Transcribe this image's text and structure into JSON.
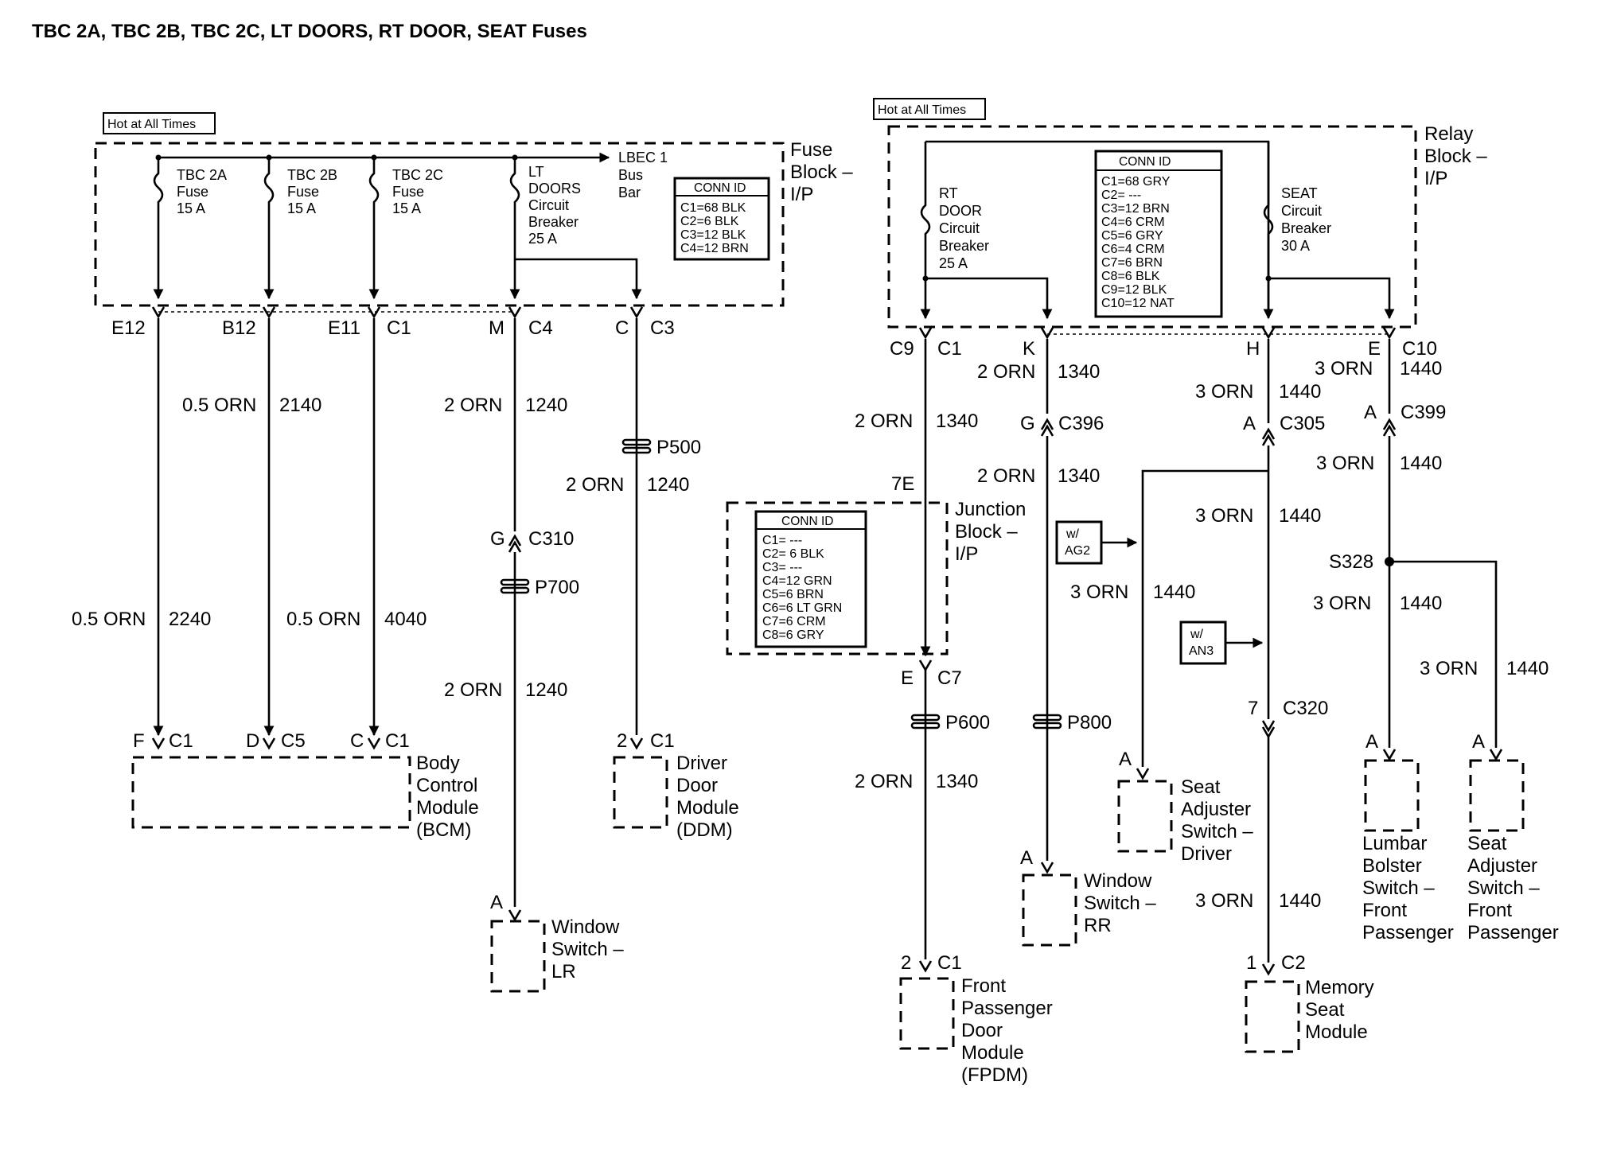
{
  "title": "TBC 2A, TBC 2B, TBC 2C, LT DOORS, RT DOOR, SEAT Fuses",
  "left": {
    "hot_label": "Hot at All Times",
    "fuse_block": [
      "Fuse",
      "Block –",
      "I/P"
    ],
    "fuses": [
      {
        "lines": [
          "TBC 2A",
          "Fuse",
          "15 A"
        ]
      },
      {
        "lines": [
          "TBC 2B",
          "Fuse",
          "15 A"
        ]
      },
      {
        "lines": [
          "TBC 2C",
          "Fuse",
          "15 A"
        ]
      },
      {
        "lines": [
          "LT",
          "DOORS",
          "Circuit",
          "Breaker",
          "25 A"
        ]
      }
    ],
    "bus_bar": [
      "LBEC 1",
      "Bus",
      "Bar"
    ],
    "conn_id": {
      "header": "CONN ID",
      "lines": [
        "C1=68 BLK",
        "C2=6 BLK",
        "C3=12 BLK",
        "C4=12 BRN"
      ]
    },
    "terminals": {
      "t1": "E12",
      "t2": "B12",
      "t3": "E11",
      "t3c": "C1",
      "t4": "M",
      "t4c": "C4",
      "t5": "C",
      "t5c": "C3"
    },
    "wires": {
      "w2_upper": [
        "0.5 ORN",
        "2140"
      ],
      "w4_upper": [
        "2 ORN",
        "1240"
      ],
      "w5_upper": [
        "2 ORN",
        "1240"
      ],
      "w1_lower": [
        "0.5 ORN",
        "2240"
      ],
      "w3_lower": [
        "0.5 ORN",
        "4040"
      ],
      "w4_lower": [
        "2 ORN",
        "1240"
      ]
    },
    "p500": "P500",
    "c310": [
      "G",
      "C310"
    ],
    "p700": "P700",
    "bcm_pins": [
      [
        "F",
        "C1"
      ],
      [
        "D",
        "C5"
      ],
      [
        "C",
        "C1"
      ]
    ],
    "bcm": [
      "Body",
      "Control",
      "Module",
      "(BCM)"
    ],
    "ddm_pin": [
      "2",
      "C1"
    ],
    "ddm": [
      "Driver",
      "Door",
      "Module",
      "(DDM)"
    ],
    "wslr_pin": "A",
    "wslr": [
      "Window",
      "Switch –",
      "LR"
    ]
  },
  "right": {
    "hot_label": "Hot at All Times",
    "relay_block": [
      "Relay",
      "Block –",
      "I/P"
    ],
    "rt_door": [
      "RT",
      "DOOR",
      "Circuit",
      "Breaker",
      "25 A"
    ],
    "seat": [
      "SEAT",
      "Circuit",
      "Breaker",
      "30 A"
    ],
    "conn_id": {
      "header": "CONN ID",
      "lines": [
        "C1=68 GRY",
        "C2= ---",
        "C3=12 BRN",
        "C4=6 CRM",
        "C5=6 GRY",
        "C6=4 CRM",
        "C7=6 BRN",
        "C8=6 BLK",
        "C9=12 BLK",
        "C10=12 NAT"
      ]
    },
    "terminals": {
      "c9": "C9",
      "c1": "C1",
      "k": "K",
      "h": "H",
      "e": "E",
      "c10": "C10"
    },
    "wires": {
      "k_top": [
        "2 ORN",
        "1340"
      ],
      "e_top": [
        "3 ORN",
        "1440"
      ],
      "h_top": [
        "3 ORN",
        "1440"
      ],
      "fpdm_top": [
        "2 ORN",
        "1340"
      ],
      "rr_mid": [
        "2 ORN",
        "1340"
      ],
      "h_mid": [
        "3 ORN",
        "1440"
      ],
      "e_mid": [
        "3 ORN",
        "1440"
      ],
      "drv": [
        "3 ORN",
        "1440"
      ],
      "lumbar": [
        "3 ORN",
        "1440"
      ],
      "sapass": [
        "3 ORN",
        "1440"
      ],
      "fpdm_low": [
        "2 ORN",
        "1340"
      ],
      "mem_low": [
        "3 ORN",
        "1440"
      ]
    },
    "c396": [
      "G",
      "C396"
    ],
    "c305": [
      "A",
      "C305"
    ],
    "c399": [
      "A",
      "C399"
    ],
    "junction_7e": "7E",
    "junction_block": [
      "Junction",
      "Block –",
      "I/P"
    ],
    "jb_conn": {
      "header": "CONN ID",
      "lines": [
        "C1= ---",
        "C2= 6 BLK",
        "C3= ---",
        "C4=12 GRN",
        "C5=6 BRN",
        "C6=6 LT GRN",
        "C7=6 CRM",
        "C8=6 GRY"
      ]
    },
    "c7": [
      "E",
      "C7"
    ],
    "p600": "P600",
    "p800": "P800",
    "ag2": [
      "w/",
      "AG2"
    ],
    "an3": [
      "w/",
      "AN3"
    ],
    "s328": "S328",
    "c320": [
      "7",
      "C320"
    ],
    "fpdm_pin": [
      "2",
      "C1"
    ],
    "fpdm": [
      "Front",
      "Passenger",
      "Door",
      "Module",
      "(FPDM)"
    ],
    "rr_pin": "A",
    "rr": [
      "Window",
      "Switch –",
      "RR"
    ],
    "drv_pin": "A",
    "drv_switch": [
      "Seat",
      "Adjuster",
      "Switch –",
      "Driver"
    ],
    "mem_pin": [
      "1",
      "C2"
    ],
    "mem": [
      "Memory",
      "Seat",
      "Module"
    ],
    "lumbar_pin": "A",
    "lumbar_switch": [
      "Lumbar",
      "Bolster",
      "Switch –",
      "Front",
      "Passenger"
    ],
    "sa_pin": "A",
    "sa_switch": [
      "Seat",
      "Adjuster",
      "Switch –",
      "Front",
      "Passenger"
    ]
  }
}
